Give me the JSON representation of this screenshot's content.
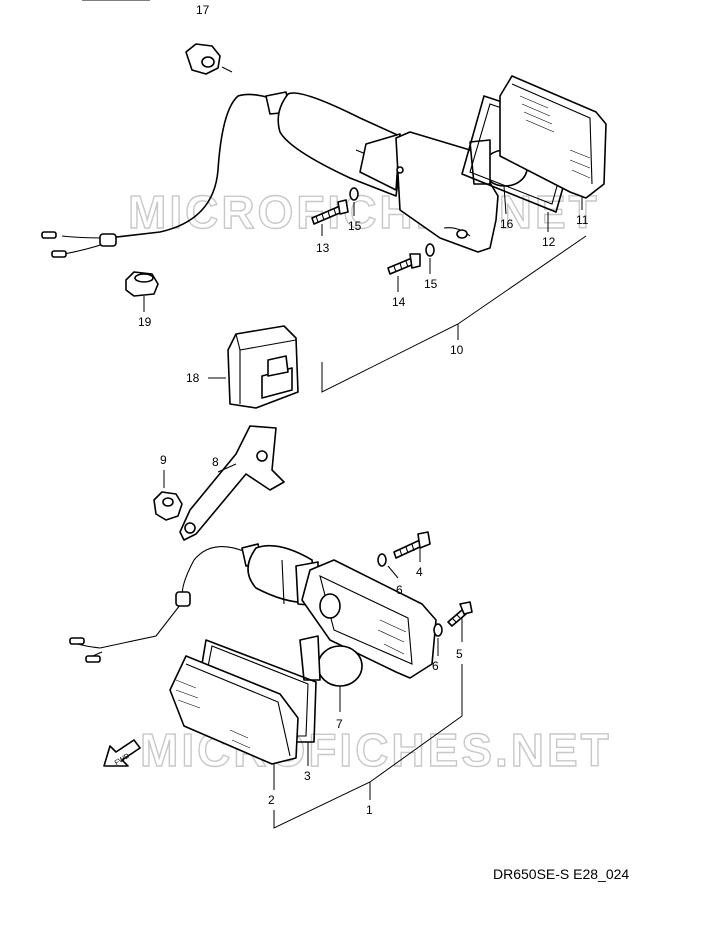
{
  "watermark": "MICROFICHES.NET",
  "caption": "DR650SE-S E28_024",
  "fwd_label": "FWD",
  "callouts": {
    "c1": "1",
    "c2": "2",
    "c3": "3",
    "c4": "4",
    "c5": "5",
    "c6a": "6",
    "c6b": "6",
    "c7": "7",
    "c8": "8",
    "c9": "9",
    "c10": "10",
    "c11": "11",
    "c12": "12",
    "c13": "13",
    "c14": "14",
    "c15a": "15",
    "c15b": "15",
    "c16": "16",
    "c17": "17",
    "c18": "18",
    "c19": "19"
  }
}
